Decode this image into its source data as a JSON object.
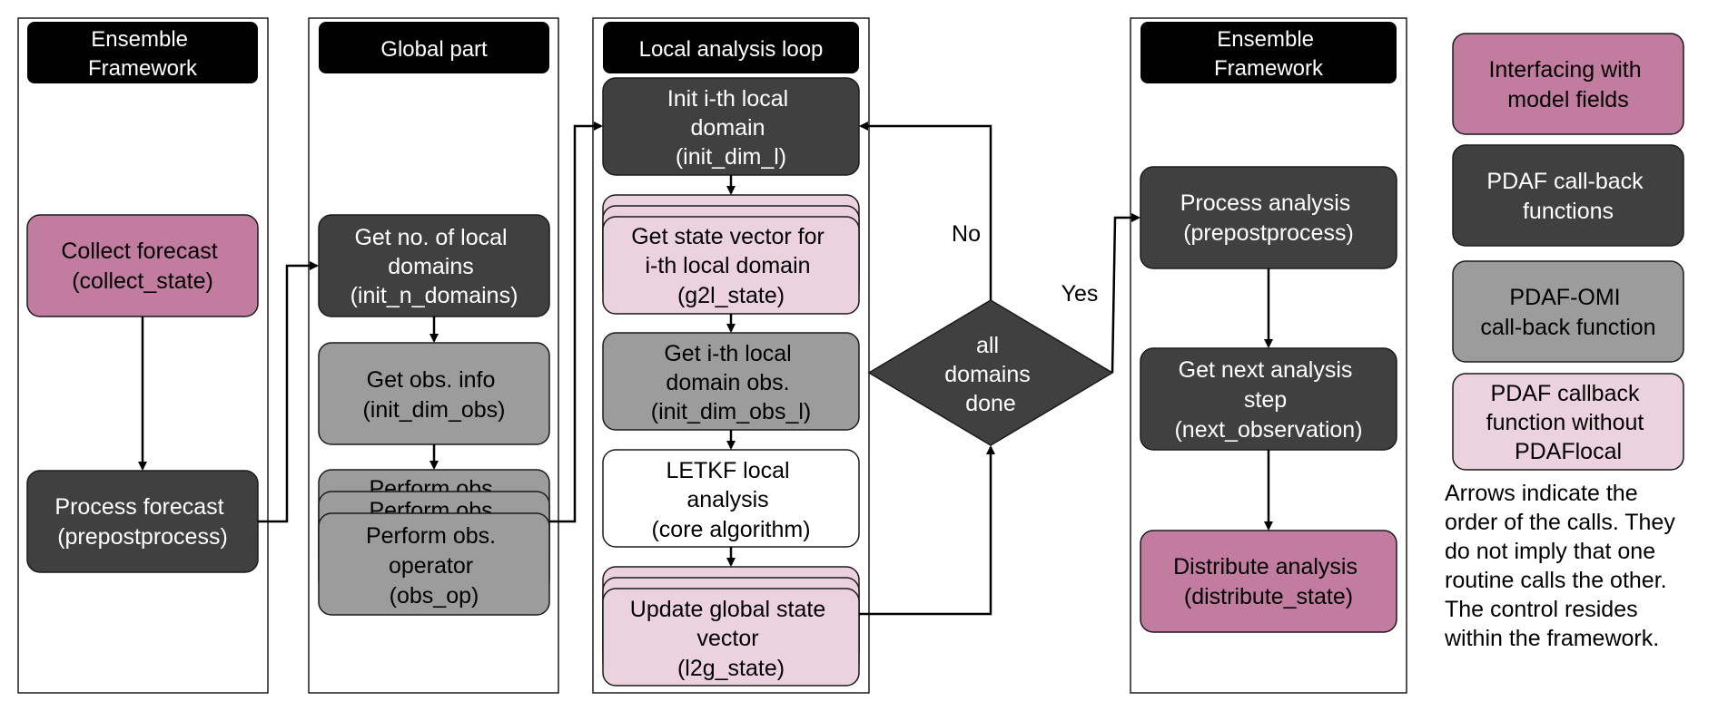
{
  "columns": {
    "ensemble_left": {
      "title_lines": [
        "Ensemble",
        "Framework"
      ]
    },
    "global": {
      "title_lines": [
        "Global part"
      ]
    },
    "local": {
      "title_lines": [
        "Local analysis loop"
      ]
    },
    "ensemble_right": {
      "title_lines": [
        "Ensemble",
        "Framework"
      ]
    }
  },
  "boxes": {
    "collect_forecast": {
      "lines": [
        "Collect forecast",
        "(collect_state)"
      ]
    },
    "process_forecast": {
      "lines": [
        "Process forecast",
        "(prepostprocess)"
      ]
    },
    "get_no_local_domains": {
      "lines": [
        "Get no. of local",
        "domains",
        "(init_n_domains)"
      ]
    },
    "get_obs_info": {
      "lines": [
        "Get obs. info",
        "(init_dim_obs)"
      ]
    },
    "perform_obs_operator": {
      "lines": [
        "Perform obs.",
        "operator",
        "(obs_op)"
      ],
      "stack_peek": "Perform obs."
    },
    "init_local_domain": {
      "lines": [
        "Init i-th local",
        "domain",
        "(init_dim_l)"
      ]
    },
    "get_state_vector": {
      "lines": [
        "Get state vector for",
        "i-th local domain",
        "(g2l_state)"
      ]
    },
    "get_local_obs": {
      "lines": [
        "Get i-th local",
        "domain obs.",
        "(init_dim_obs_l)"
      ]
    },
    "letkf": {
      "lines": [
        "LETKF local",
        "analysis",
        "(core algorithm)"
      ]
    },
    "update_global": {
      "lines": [
        "Update global state",
        "vector",
        "(l2g_state)"
      ]
    },
    "process_analysis": {
      "lines": [
        "Process analysis",
        "(prepostprocess)"
      ]
    },
    "next_analysis_step": {
      "lines": [
        "Get next analysis",
        "step",
        "(next_observation)"
      ]
    },
    "distribute_analysis": {
      "lines": [
        "Distribute analysis",
        "(distribute_state)"
      ]
    }
  },
  "decision": {
    "lines": [
      "all",
      "domains",
      "done"
    ],
    "no_label": "No",
    "yes_label": "Yes"
  },
  "legend": [
    {
      "kind": "model",
      "lines": [
        "Interfacing with",
        "model fields"
      ]
    },
    {
      "kind": "callback",
      "lines": [
        "PDAF call-back",
        "functions"
      ]
    },
    {
      "kind": "omi",
      "lines": [
        "PDAF-OMI",
        "call-back function"
      ]
    },
    {
      "kind": "nolocal",
      "lines": [
        "PDAF callback",
        "function without",
        "PDAFlocal"
      ]
    }
  ],
  "note": {
    "lines": [
      "Arrows indicate the",
      "order of the calls. They",
      "do not imply that one",
      "routine calls the other.",
      "The control resides",
      "within the framework."
    ]
  },
  "colors": {
    "model": "#c27ca0",
    "callback": "#404040",
    "omi": "#9c9c9c",
    "nolocal": "#ecd1de",
    "plain": "#ffffff",
    "header": "#000000",
    "stroke": "#1a1a1a"
  }
}
